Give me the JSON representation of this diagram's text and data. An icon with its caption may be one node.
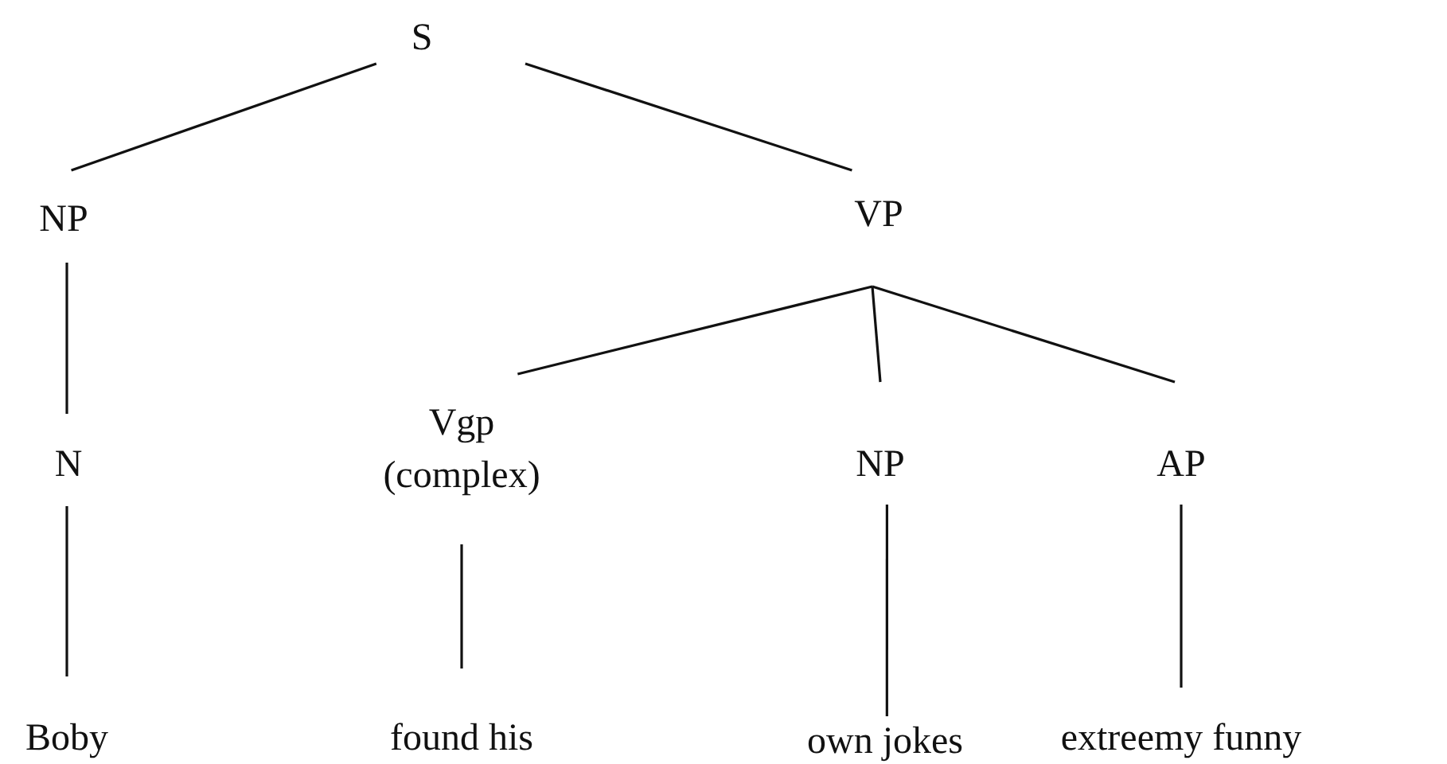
{
  "diagram": {
    "nodes": [
      {
        "text": [
          "S"
        ]
      },
      {
        "text": [
          "NP"
        ]
      },
      {
        "text": [
          "VP"
        ]
      },
      {
        "text": [
          "N"
        ]
      },
      {
        "text": [
          "Vgp (complex)"
        ]
      },
      {
        "text": [
          "NP"
        ]
      },
      {
        "text": [
          "AP"
        ]
      },
      {
        "text": [
          "Boby"
        ]
      },
      {
        "text": [
          "found his"
        ]
      },
      {
        "text": [
          "own jokes"
        ]
      },
      {
        "text": [
          "extreemy funny"
        ]
      }
    ],
    "edges": [
      {
        "from": 0,
        "to": 1,
        "arrow": "none"
      },
      {
        "from": 0,
        "to": 2,
        "arrow": "none"
      },
      {
        "from": 1,
        "to": 3,
        "arrow": "none"
      },
      {
        "from": 3,
        "to": 7,
        "arrow": "none"
      },
      {
        "from": 2,
        "to": 4,
        "arrow": "none"
      },
      {
        "from": 2,
        "to": 5,
        "arrow": "none"
      },
      {
        "from": 2,
        "to": 6,
        "arrow": "none"
      },
      {
        "from": 4,
        "to": 8,
        "arrow": "none"
      },
      {
        "from": 5,
        "to": 9,
        "arrow": "none"
      },
      {
        "from": 6,
        "to": 10,
        "arrow": "none"
      }
    ]
  }
}
